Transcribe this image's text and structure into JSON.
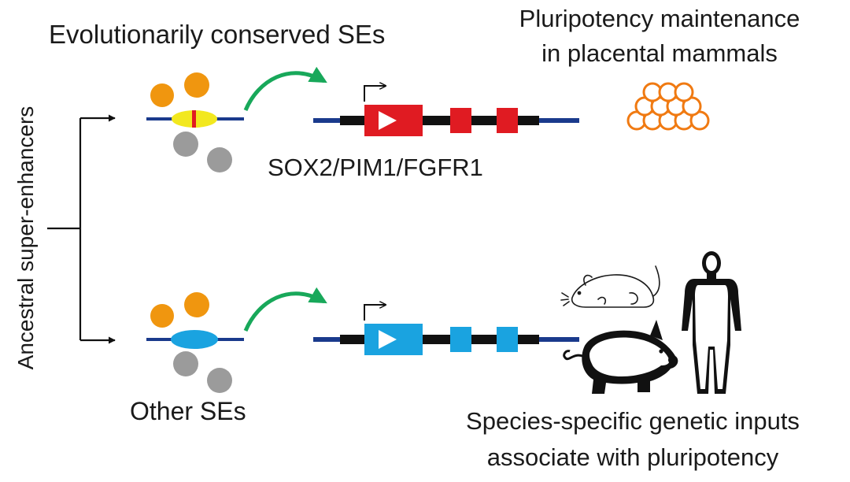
{
  "labels": {
    "side_label": "Ancestral super-enhancers",
    "top_title": "Evolutionarily conserved SEs",
    "top_right_line1": "Pluripotency maintenance",
    "top_right_line2": "in placental mammals",
    "gene_names": "SOX2/PIM1/FGFR1",
    "bottom_title": "Other SEs",
    "bottom_right_line1": "Species-specific genetic inputs",
    "bottom_right_line2": "associate with pluripotency"
  },
  "colors": {
    "orange_factor": "#f0960f",
    "gray_factor": "#9b9b9b",
    "dna_line": "#1a3a8c",
    "conserved_enhancer": "#f2e81f",
    "conserved_mark": "#e01b22",
    "other_enhancer": "#1aa3e0",
    "conserved_gene": "#e01b22",
    "other_gene": "#1aa3e0",
    "gene_body": "#111111",
    "arrow_green": "#18a85a",
    "cell_cluster": "#f07a12"
  },
  "icons": {
    "cell_cluster": "pluripotent-cell-cluster-icon",
    "mouse": "mouse-icon",
    "pig": "pig-icon",
    "human": "human-silhouette-icon"
  }
}
